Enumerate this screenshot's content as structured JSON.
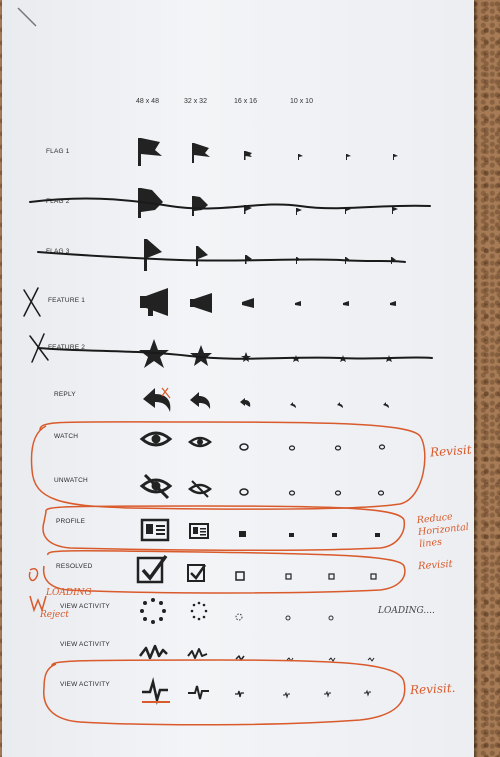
{
  "headers": [
    "48 x 48",
    "32 x 32",
    "16 x 16",
    "10 x 10"
  ],
  "rows": [
    {
      "label": "FLAG 1"
    },
    {
      "label": "FLAG 2"
    },
    {
      "label": "FLAG 3"
    },
    {
      "label": "FEATURE 1"
    },
    {
      "label": "FEATURE 2"
    },
    {
      "label": "REPLY"
    },
    {
      "label": "WATCH"
    },
    {
      "label": "UNWATCH"
    },
    {
      "label": "PROFILE"
    },
    {
      "label": "RESOLVED"
    },
    {
      "label": "VIEW ACTIVITY"
    },
    {
      "label": "VIEW ACTIVITY"
    },
    {
      "label": "VIEW ACTIVITY"
    }
  ],
  "notes": {
    "revisit_watch": "Revisit",
    "reduce_lines": "Reduce Horizontal lines",
    "revisit_resolved": "Revisit",
    "loading_left": "LOADING",
    "reject": "Reject",
    "loading_right": "LOADING....",
    "revisit_activity": "Revisit."
  },
  "colors": {
    "ink": "#222222",
    "marker": "#d95a2b",
    "paper": "#eef0f3",
    "cork": "#a67b55"
  }
}
